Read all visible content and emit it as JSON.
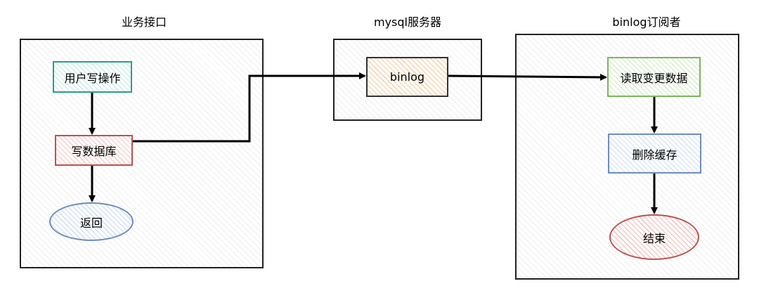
{
  "panels": {
    "business": {
      "title": "业务接口"
    },
    "mysql": {
      "title": "mysql服务器"
    },
    "subscriber": {
      "title": "binlog订阅者"
    }
  },
  "nodes": {
    "user_write": "用户写操作",
    "write_db": "写数据库",
    "return": "返回",
    "binlog": "binlog",
    "read_changes": "读取变更数据",
    "delete_cache": "删除缓存",
    "end": "结束"
  },
  "colors": {
    "teal": "#2a9d8f",
    "red": "#c0504d",
    "orange": "#f8d6b3",
    "green": "#7ab55c",
    "blue": "#6c8ebf"
  }
}
